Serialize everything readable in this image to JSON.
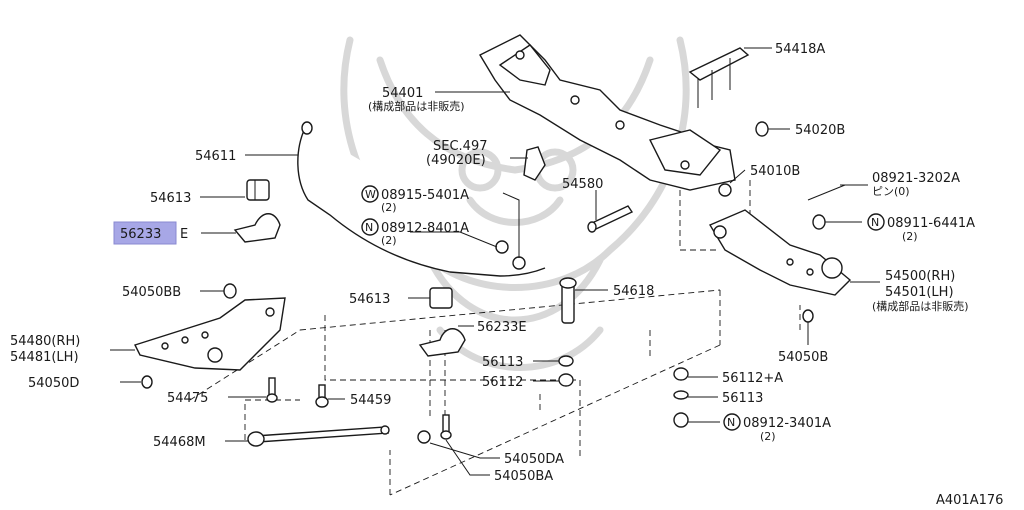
{
  "diagram_code": "A401A176",
  "labels": {
    "54418A": "54418A",
    "54401": "54401",
    "54401_note": "(構成部品は非販売)",
    "54020B": "54020B",
    "54611": "54611",
    "sec497": "SEC.497",
    "sec497_sub": "(49020E)",
    "54010B": "54010B",
    "08921": "08921-3202A",
    "08921_sub": "ピン(0)",
    "54613_top": "54613",
    "w08915": "08915-5401A",
    "w08915_qty": "(2)",
    "w_symbol": "W",
    "54580": "54580",
    "n08911": "08911-6441A",
    "n08911_qty": "(2)",
    "n_symbol": "N",
    "56233E_highlight": "56233",
    "56233E_rest": "E",
    "n08912_8401": "08912-8401A",
    "n08912_8401_qty": "(2)",
    "54500": "54500(RH)",
    "54501": "54501(LH)",
    "54501_note": "(構成部品は非販売)",
    "54050BB": "54050BB",
    "54613_mid": "54613",
    "54618": "54618",
    "54480": "54480(RH)",
    "54481": "54481(LH)",
    "56233E_mid": "56233E",
    "54050B": "54050B",
    "56113_left": "56113",
    "56112": "56112",
    "56112A": "56112+A",
    "54050D": "54050D",
    "54475": "54475",
    "54459": "54459",
    "56113_right": "56113",
    "n08912_3401": "08912-3401A",
    "n08912_3401_qty": "(2)",
    "54468M": "54468M",
    "54050DA": "54050DA",
    "54050BA": "54050BA"
  }
}
